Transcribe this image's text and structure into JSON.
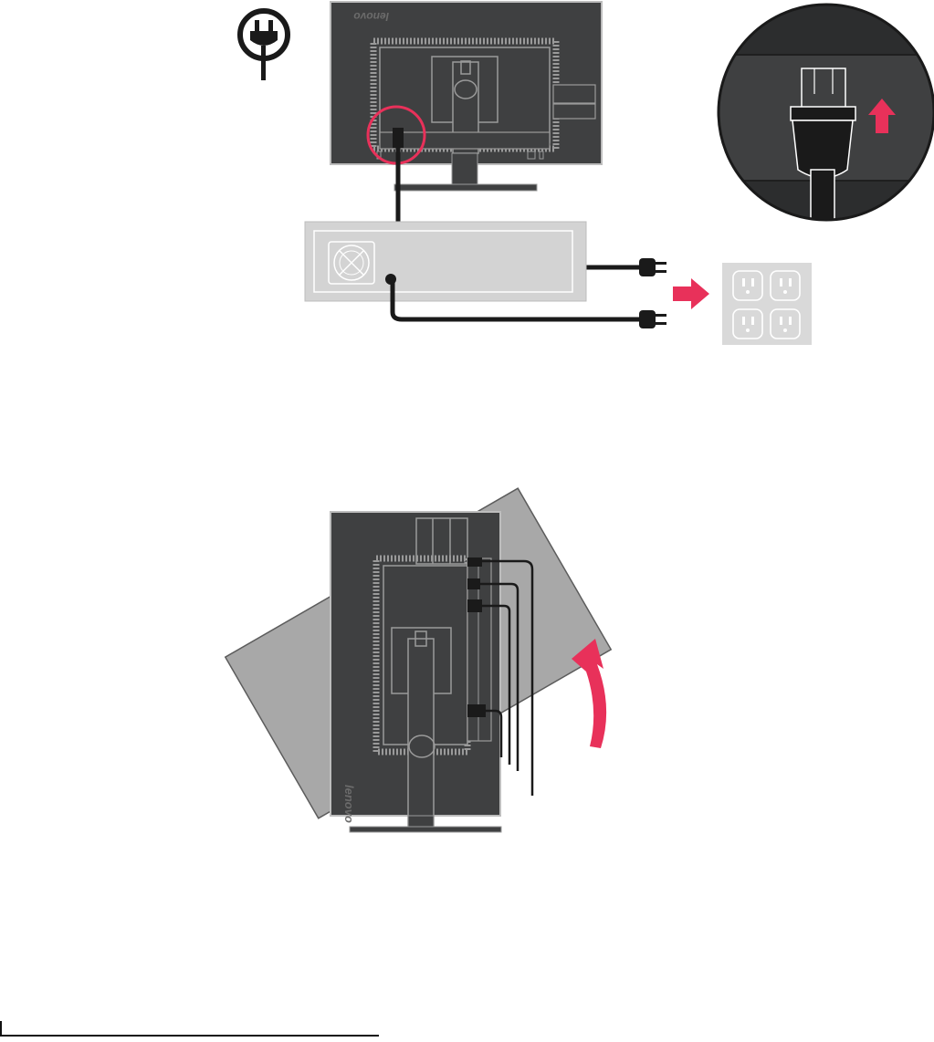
{
  "brand": {
    "logo_text": "lenovo"
  },
  "colors": {
    "monitor_body": "#3f4041",
    "monitor_dark": "#2c2d2e",
    "pc_case": "#d3d3d3",
    "outlet_plate": "#d9d9d9",
    "accent_arrow": "#e8315a",
    "highlight_ring": "#e8315a",
    "cable": "#1a1a1a"
  },
  "icons": {
    "power_symbol": "power-plug-icon",
    "arrow_to_outlet": "arrow-right-icon",
    "arrow_push_up": "arrow-up-icon",
    "rotate_arrow": "rotate-arrow-icon"
  },
  "steps": [
    {
      "id": "connect-power",
      "description": ""
    },
    {
      "id": "pivot-monitor",
      "description": ""
    }
  ]
}
